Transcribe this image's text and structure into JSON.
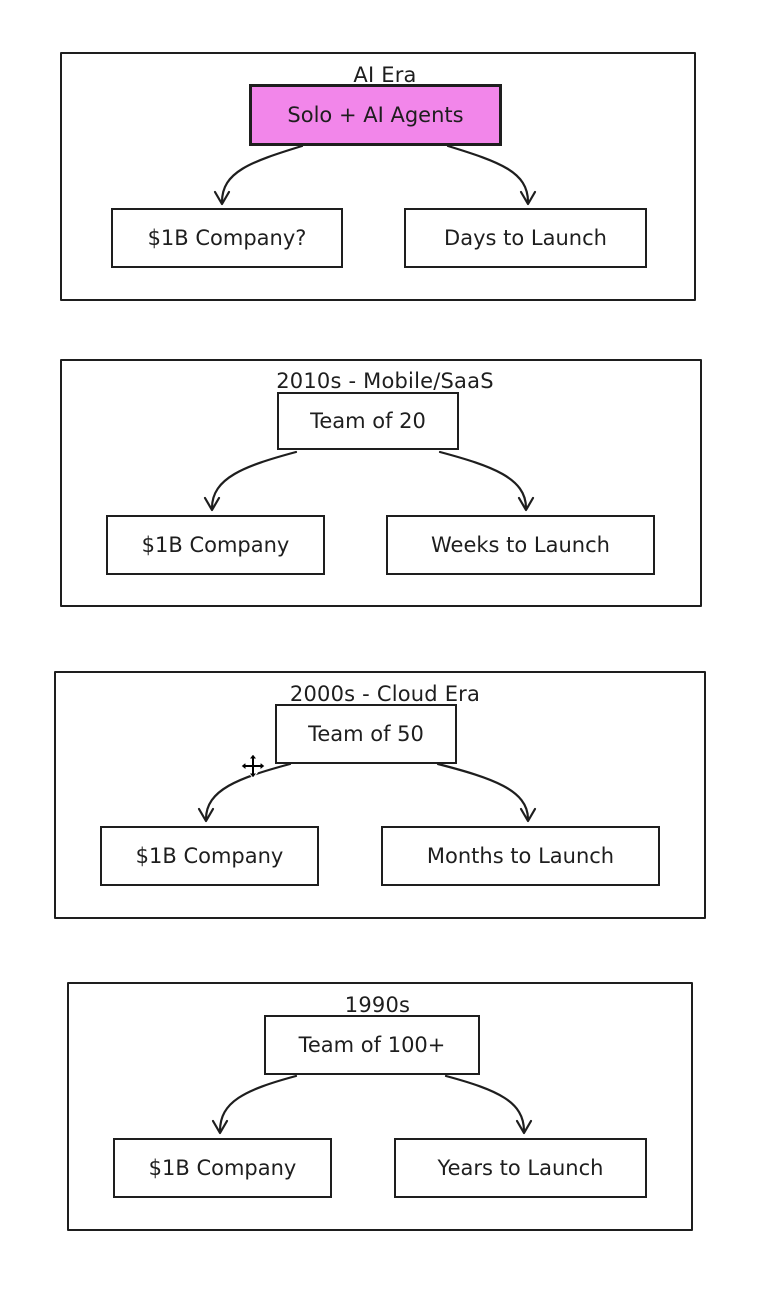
{
  "diagram": {
    "eras": [
      {
        "title": "AI Era",
        "team": "Solo + AI Agents",
        "team_highlight_color": "#f286ea",
        "outcome_left": "$1B Company?",
        "outcome_right": "Days to Launch"
      },
      {
        "title": "2010s - Mobile/SaaS",
        "team": "Team of 20",
        "outcome_left": "$1B Company",
        "outcome_right": "Weeks to Launch"
      },
      {
        "title": "2000s - Cloud Era",
        "team": "Team of 50",
        "outcome_left": "$1B Company",
        "outcome_right": "Months to Launch"
      },
      {
        "title": "1990s",
        "team": "Team of 100+",
        "outcome_left": "$1B Company",
        "outcome_right": "Years to Launch"
      }
    ],
    "cursor_icon": "move-cursor-icon"
  }
}
